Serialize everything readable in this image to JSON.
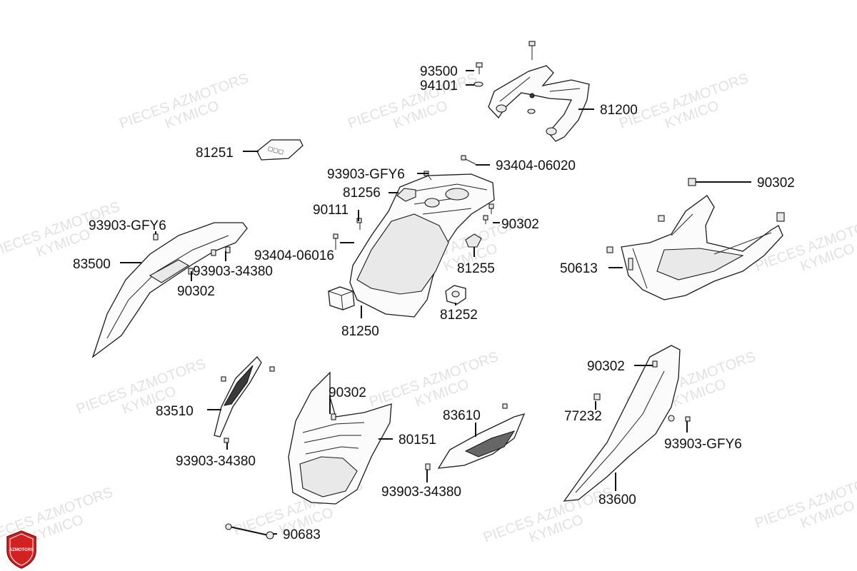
{
  "watermark": {
    "line1": "PIECES AZMOTORS",
    "line2": "KYMICO"
  },
  "logo": {
    "text": "AZMOTORS",
    "color": "#d32020"
  },
  "callouts": [
    "93500",
    "94101",
    "81200",
    "81251",
    "93903-GFY6",
    "93404-06020",
    "81256",
    "90302",
    "90111",
    "90302",
    "93903-GFY6",
    "83500",
    "93404-06016",
    "93903-34380",
    "90302",
    "81255",
    "50613",
    "81252",
    "81250",
    "90302",
    "90302",
    "83510",
    "83610",
    "80151",
    "77232",
    "93903-GFY6",
    "93903-34380",
    "93903-34380",
    "83600",
    "90683"
  ]
}
